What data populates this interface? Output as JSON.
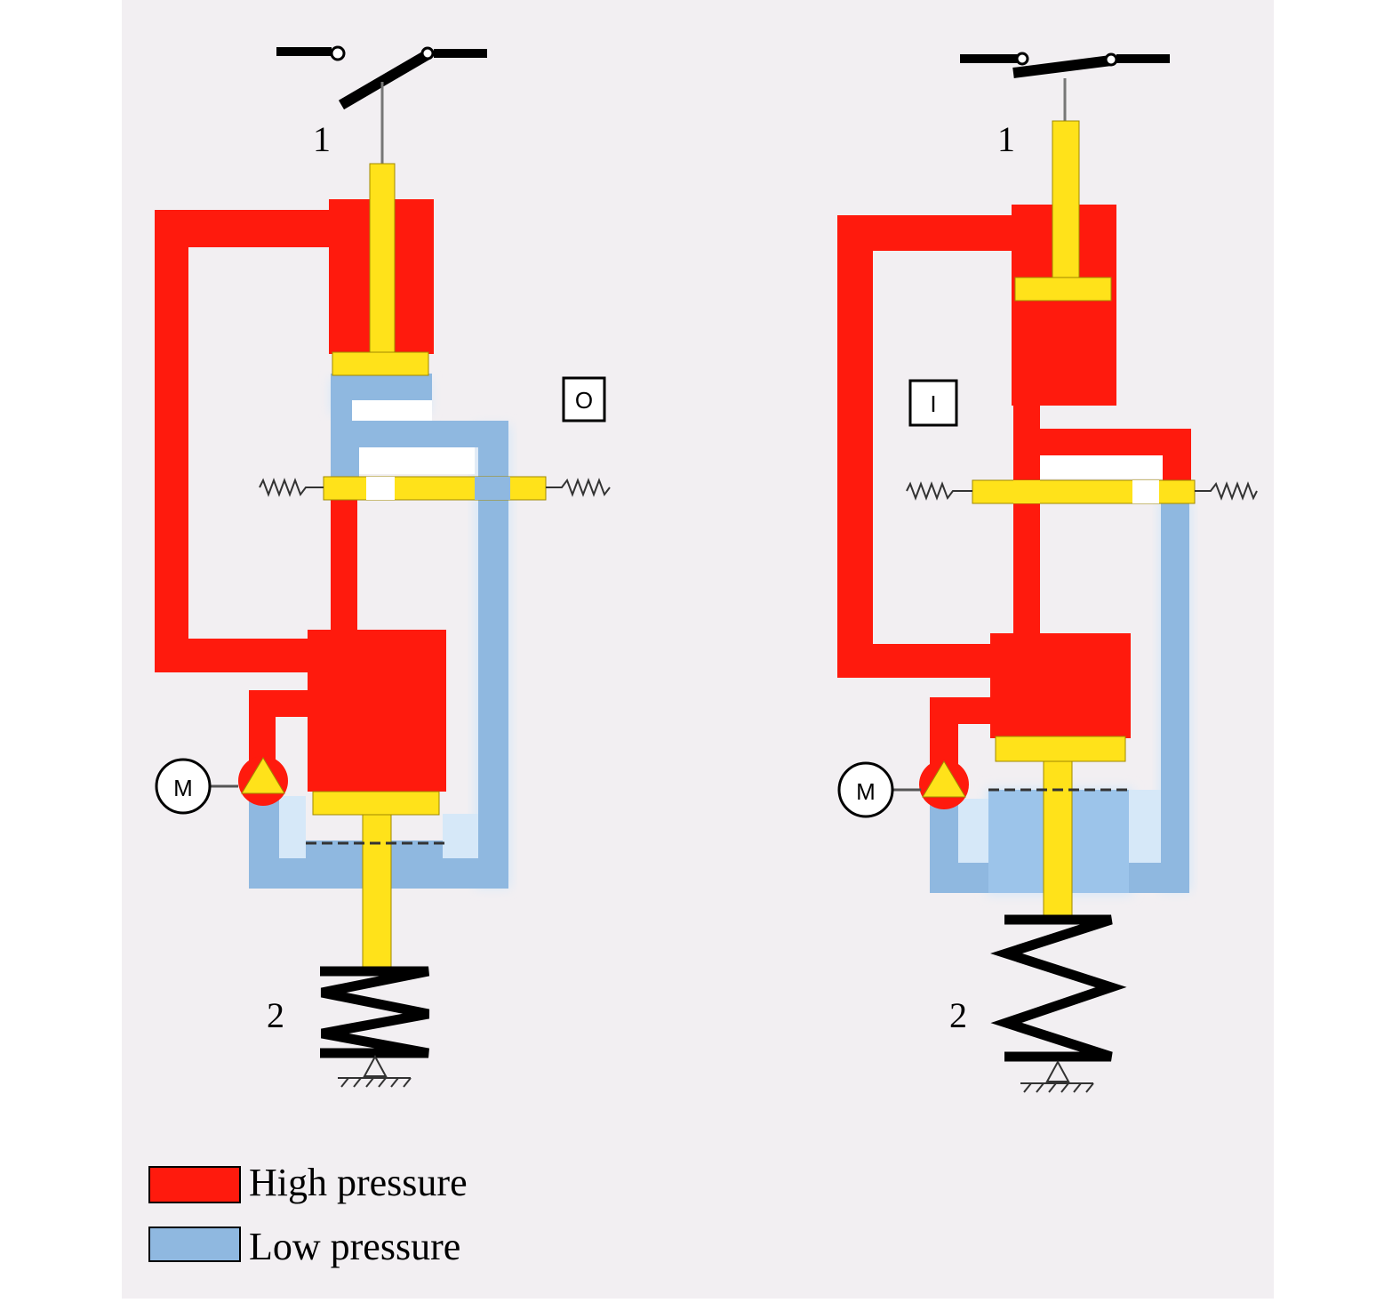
{
  "colors": {
    "background": "#f2eff2",
    "high_pressure": "#ff1a0d",
    "low_pressure": "#8fb8e0",
    "low_pressure_light": "#d6e8f8",
    "moving_part": "#ffe21a",
    "line": "#000000"
  },
  "left_diagram": {
    "switch_label": "1",
    "spring_label": "2",
    "state_label": "O",
    "motor_label": "M"
  },
  "right_diagram": {
    "switch_label": "1",
    "spring_label": "2",
    "state_label": "I",
    "motor_label": "M"
  },
  "legend": {
    "high_label": "High pressure",
    "low_label": "Low pressure"
  }
}
